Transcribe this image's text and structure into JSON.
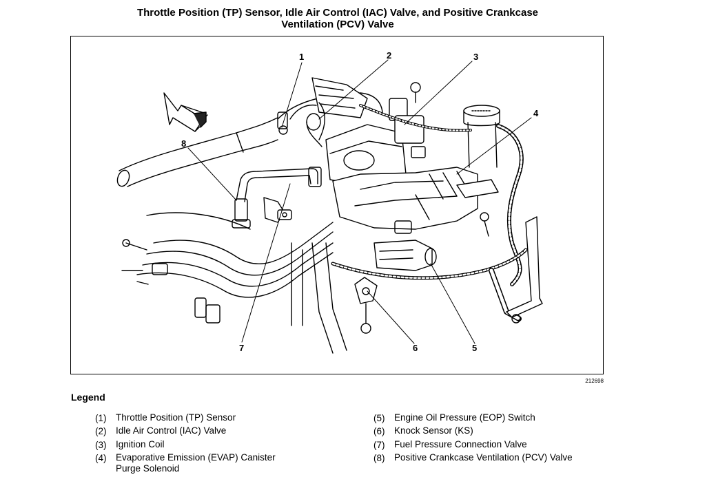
{
  "title": {
    "line1": "Throttle Position (TP) Sensor, Idle Air Control (IAC) Valve, and Positive Crankcase",
    "line2": "Ventilation (PCV) Valve"
  },
  "figure": {
    "number": "212698",
    "callouts": [
      "1",
      "2",
      "3",
      "4",
      "5",
      "6",
      "7",
      "8"
    ]
  },
  "legend": {
    "heading": "Legend",
    "left": [
      {
        "num": "(1)",
        "text": "Throttle Position (TP) Sensor"
      },
      {
        "num": "(2)",
        "text": "Idle Air Control (IAC) Valve"
      },
      {
        "num": "(3)",
        "text": "Ignition Coil"
      },
      {
        "num": "(4)",
        "text": "Evaporative Emission (EVAP) Canister Purge Solenoid"
      }
    ],
    "right": [
      {
        "num": "(5)",
        "text": "Engine Oil Pressure (EOP) Switch"
      },
      {
        "num": "(6)",
        "text": "Knock Sensor (KS)"
      },
      {
        "num": "(7)",
        "text": "Fuel Pressure Connection Valve"
      },
      {
        "num": "(8)",
        "text": "Positive Crankcase Ventilation (PCV) Valve"
      }
    ]
  }
}
